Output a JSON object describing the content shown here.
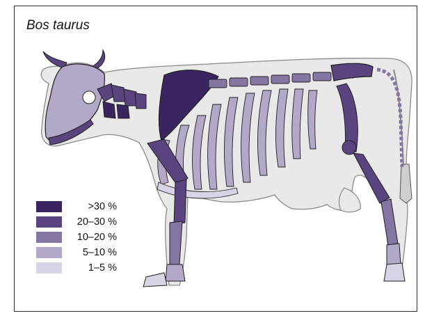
{
  "title": "Bos taurus",
  "colors": {
    "body": "#e9e9e9",
    "outline": "#8a8a8a",
    "dark_outline": "#1f1f1f",
    "bone_base": "#ffffff"
  },
  "legend": [
    {
      "label": ">30 %",
      "color": "#3b2560"
    },
    {
      "label": "20–30 %",
      "color": "#5a4480"
    },
    {
      "label": "10–20 %",
      "color": "#8575a3"
    },
    {
      "label": "5–10 %",
      "color": "#b2a8c8"
    },
    {
      "label": "1–5 %",
      "color": "#d8d3e5"
    }
  ]
}
